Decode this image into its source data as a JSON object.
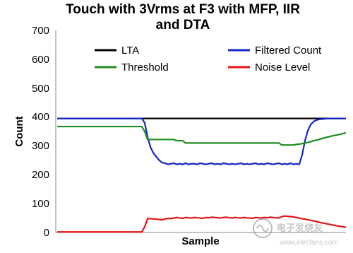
{
  "chart_data": {
    "type": "line",
    "title_lines": [
      "Touch with 3Vrms at F3 with MFP, IIR",
      "and DTA"
    ],
    "xlabel": "Sample",
    "ylabel": "Count",
    "ylim": [
      0,
      700
    ],
    "y_ticks": [
      "0",
      "100",
      "200",
      "300",
      "400",
      "500",
      "600",
      "700"
    ],
    "x_count": 100,
    "grid": false,
    "legend_placement": "top",
    "series": [
      {
        "name": "LTA",
        "color": "#000000",
        "values": [
          395,
          395,
          395,
          395,
          395,
          395,
          395,
          395,
          395,
          395,
          395,
          395,
          395,
          395,
          395,
          395,
          395,
          395,
          395,
          395,
          395,
          395,
          395,
          395,
          395,
          395,
          395,
          395,
          395,
          395,
          395,
          395,
          395,
          395,
          395,
          395,
          395,
          395,
          395,
          395,
          395,
          395,
          395,
          395,
          395,
          395,
          395,
          395,
          395,
          395,
          395,
          395,
          395,
          395,
          395,
          395,
          395,
          395,
          395,
          395,
          395,
          395,
          395,
          395,
          395,
          395,
          395,
          395,
          395,
          395,
          395,
          395,
          395,
          395,
          395,
          395,
          395,
          395,
          395,
          395,
          395,
          395,
          395,
          395,
          395,
          395,
          395,
          395,
          395,
          395,
          395,
          395,
          395,
          395,
          395,
          395,
          395,
          395,
          395,
          395
        ]
      },
      {
        "name": "Filtered Count",
        "color": "#1428c8",
        "values": [
          395,
          395,
          395,
          395,
          395,
          395,
          395,
          395,
          395,
          395,
          395,
          395,
          395,
          395,
          395,
          395,
          395,
          395,
          395,
          395,
          395,
          395,
          395,
          395,
          395,
          395,
          395,
          395,
          395,
          395,
          380,
          330,
          295,
          275,
          262,
          250,
          242,
          240,
          236,
          238,
          240,
          236,
          238,
          236,
          240,
          236,
          238,
          238,
          236,
          240,
          238,
          236,
          238,
          240,
          236,
          238,
          236,
          240,
          238,
          236,
          238,
          236,
          238,
          240,
          236,
          238,
          236,
          238,
          240,
          236,
          238,
          236,
          240,
          238,
          236,
          238,
          240,
          236,
          238,
          236,
          240,
          236,
          238,
          236,
          270,
          320,
          355,
          375,
          385,
          390,
          392,
          393,
          394,
          395,
          395,
          395,
          395,
          395,
          395,
          395
        ]
      },
      {
        "name": "Threshold",
        "color": "#1f8c1f",
        "values": [
          367,
          367,
          367,
          367,
          367,
          367,
          367,
          367,
          367,
          367,
          367,
          367,
          367,
          367,
          367,
          367,
          367,
          367,
          367,
          367,
          367,
          367,
          367,
          367,
          367,
          367,
          367,
          367,
          367,
          367,
          350,
          322,
          322,
          322,
          322,
          322,
          322,
          322,
          322,
          322,
          322,
          318,
          318,
          318,
          310,
          310,
          310,
          310,
          310,
          310,
          310,
          310,
          310,
          310,
          310,
          310,
          310,
          310,
          310,
          310,
          310,
          310,
          310,
          310,
          310,
          310,
          310,
          310,
          310,
          310,
          310,
          310,
          310,
          310,
          310,
          310,
          310,
          303,
          303,
          303,
          303,
          303,
          305,
          306,
          308,
          310,
          312,
          315,
          318,
          320,
          323,
          326,
          329,
          331,
          334,
          336,
          338,
          340,
          343,
          345
        ]
      },
      {
        "name": "Noise Level",
        "color": "#e61414",
        "values": [
          2,
          2,
          2,
          2,
          2,
          2,
          2,
          2,
          2,
          2,
          2,
          2,
          2,
          2,
          2,
          2,
          2,
          2,
          2,
          2,
          2,
          2,
          2,
          2,
          2,
          2,
          2,
          2,
          2,
          2,
          20,
          48,
          48,
          47,
          46,
          45,
          44,
          47,
          49,
          48,
          50,
          52,
          50,
          49,
          52,
          51,
          50,
          52,
          51,
          50,
          49,
          52,
          51,
          53,
          52,
          51,
          50,
          52,
          53,
          51,
          50,
          52,
          51,
          50,
          52,
          51,
          50,
          49,
          52,
          51,
          50,
          52,
          51,
          53,
          52,
          51,
          50,
          55,
          57,
          56,
          55,
          54,
          52,
          50,
          48,
          46,
          44,
          42,
          40,
          38,
          35,
          33,
          31,
          29,
          27,
          25,
          23,
          21,
          20,
          18
        ]
      }
    ]
  },
  "watermark": {
    "text_main": "电子发烧友",
    "text_url": "www.elecfans.com"
  }
}
